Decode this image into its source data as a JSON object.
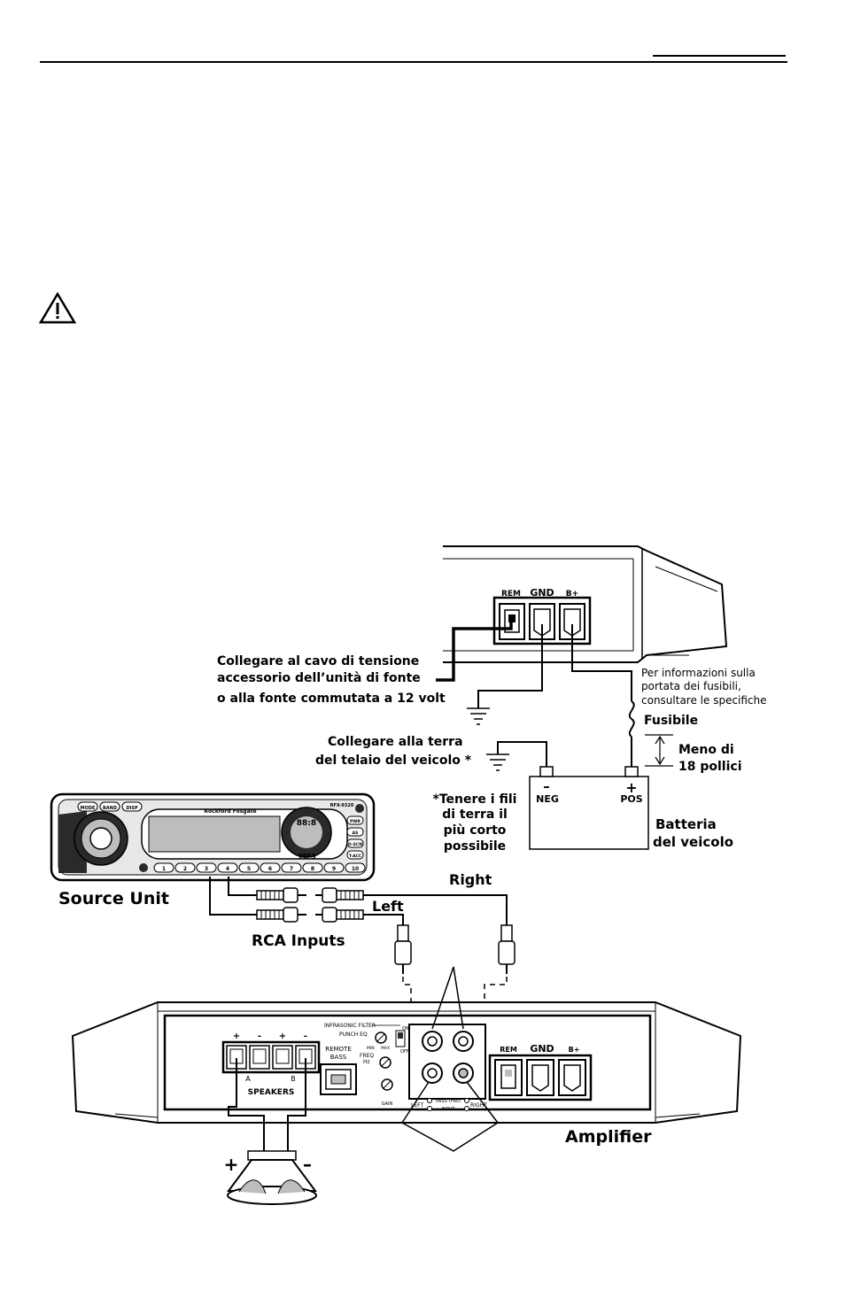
{
  "amp_top": {
    "terminals": [
      "REM",
      "GND",
      "B+"
    ]
  },
  "labels": {
    "remote_connect_1": "Collegare al cavo di tensione",
    "remote_connect_2": "accessorio dell’unità di fonte",
    "remote_connect_3": "o alla fonte commutata a 12 volt",
    "fuse_info_1": "Per informazioni sulla",
    "fuse_info_2": "portata dei fusibili,",
    "fuse_info_3": "consultare le specifiche",
    "fuse": "Fusibile",
    "distance_1": "Meno di",
    "distance_2": "18 pollici",
    "ground_1": "Collegare alla terra",
    "ground_2": "del telaio del veicolo *",
    "battery_neg_symbol": "–",
    "battery_pos_symbol": "+",
    "neg": "NEG",
    "pos": "POS",
    "battery_1": "Batteria",
    "battery_2": "del veicolo",
    "ground_note_1": "*Tenere i fili",
    "ground_note_2": "di terra il",
    "ground_note_3": "più corto",
    "ground_note_4": "possibile",
    "source_unit": "Source Unit",
    "right": "Right",
    "left": "Left",
    "rca_inputs": "RCA Inputs",
    "amplifier": "Amplifier",
    "speaker_plus": "+",
    "speaker_minus": "–"
  },
  "amp_panel": {
    "speaker_terminal_signs": [
      "+",
      "-",
      "+",
      "-"
    ],
    "channel_a": "A",
    "channel_b": "B",
    "speakers": "SPEAKERS",
    "remote_bass_1": "REMOTE",
    "remote_bass_2": "BASS",
    "infrasonic_filter": "INFRASONIC FILTER",
    "on": "ON",
    "off": "OFF",
    "punch_eq": "PUNCH EQ",
    "min": "MIN",
    "max": "MAX",
    "freq": "FREQ",
    "hz": "Hz",
    "gain": "GAIN",
    "left": "LEFT",
    "right": "RIGHT",
    "pass_thru": "PASS-THRU",
    "input": "INPUT",
    "terminals": [
      "REM",
      "GND",
      "B+"
    ]
  },
  "head_unit": {
    "brand": "Rockford Fosgate",
    "model": "RFX-9320",
    "buttons_top": [
      "MODE",
      "BAND",
      "DISP"
    ],
    "buttons_right": [
      "PWR",
      "AS",
      "D-SCN",
      "T-ACC"
    ],
    "presets": [
      "1",
      "2",
      "3",
      "4",
      "5",
      "6",
      "7",
      "8",
      "9",
      "10"
    ],
    "display_digits": "88:8",
    "mp3": "MP3"
  },
  "colors": {
    "line": "#000000",
    "panel": "#ffffff",
    "shade": "#bdbdbd",
    "dark": "#2a2a2a"
  }
}
